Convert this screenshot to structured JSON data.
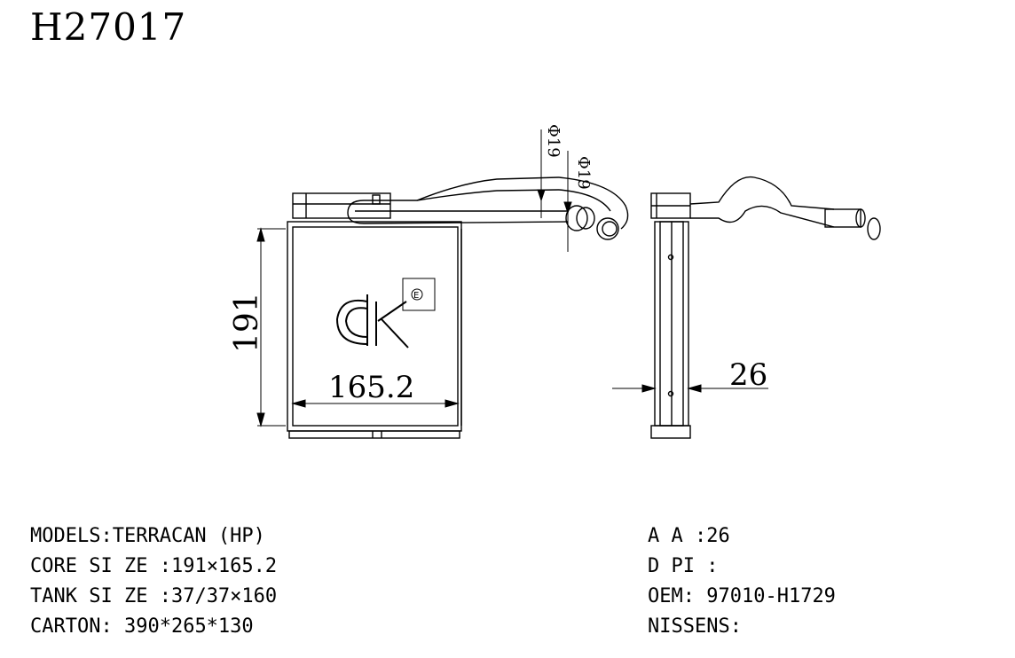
{
  "title": "H27017",
  "dimensions": {
    "height": "191",
    "width": "165.2",
    "thickness": "26",
    "pipe_diameter_1": "Φ19",
    "pipe_diameter_2": "Φ19"
  },
  "logo": {
    "text": "ck",
    "registered_mark": "E"
  },
  "specs_left": [
    {
      "label": "MODELS",
      "sep": ":",
      "value": "TERRACAN (HP)"
    },
    {
      "label": "CORE SI ZE",
      "sep": " :",
      "value": "191×165.2"
    },
    {
      "label": "TANK SI ZE",
      "sep": " :",
      "value": "37/37×160"
    },
    {
      "label": "CARTON",
      "sep": ": ",
      "value": "390*265*130"
    }
  ],
  "specs_right": [
    {
      "label": "A A",
      "sep": " :",
      "value": "26"
    },
    {
      "label": "D PI",
      "sep": " :",
      "value": ""
    },
    {
      "label": "OEM",
      "sep": ": ",
      "value": "97010-H1729"
    },
    {
      "label": "NISSENS",
      "sep": ":",
      "value": ""
    }
  ],
  "colors": {
    "line": "#000000",
    "background": "#ffffff"
  }
}
